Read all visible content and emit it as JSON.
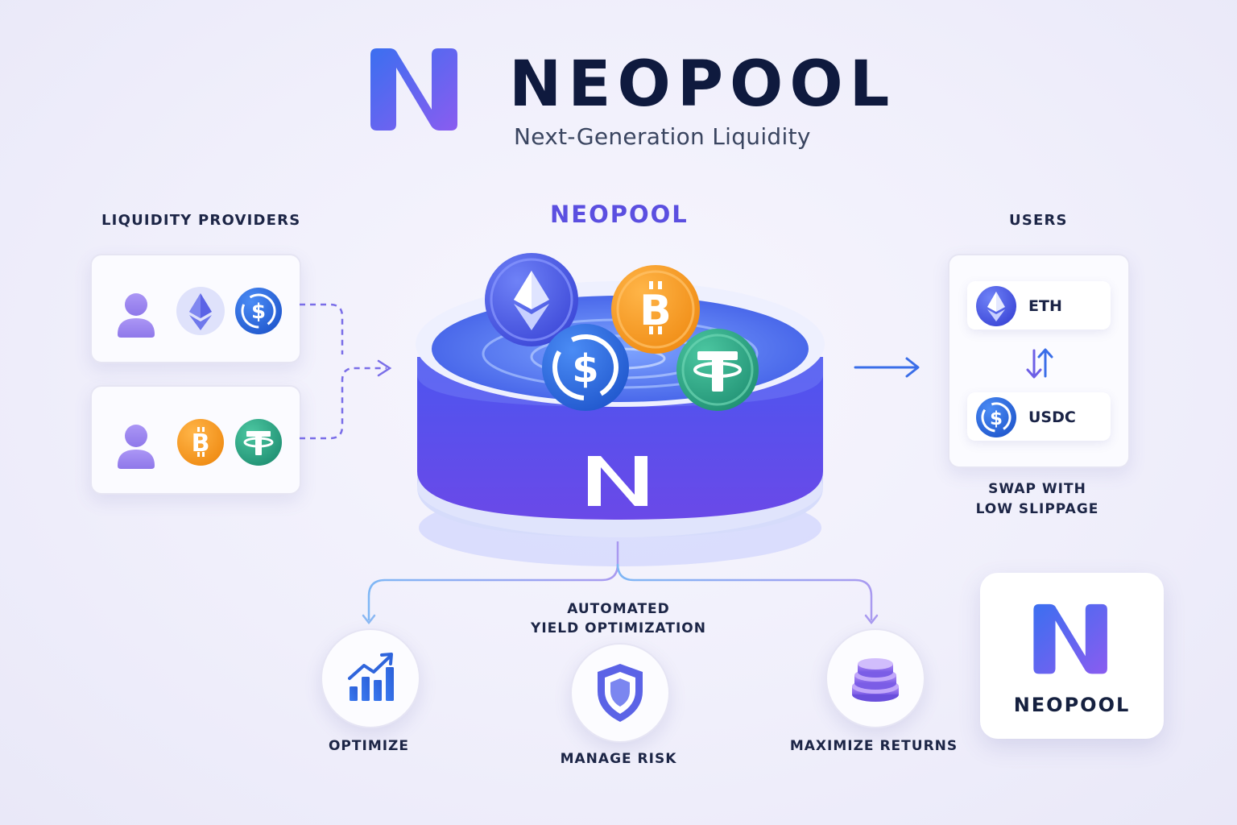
{
  "header": {
    "brand_name": "NEOPOOL",
    "tagline": "Next-Generation Liquidity",
    "logo_icon": "n-logo-icon"
  },
  "liquidity_providers": {
    "title": "LIQUIDITY PROVIDERS",
    "cards": [
      {
        "icons": [
          "user-icon",
          "eth-icon",
          "usdc-icon"
        ]
      },
      {
        "icons": [
          "user-icon",
          "btc-icon",
          "usdt-icon"
        ]
      }
    ]
  },
  "pool": {
    "title": "NEOPOOL",
    "coins": [
      "eth-coin-icon",
      "btc-coin-icon",
      "usdc-coin-icon",
      "usdt-coin-icon"
    ],
    "badge_icon": "n-badge-icon"
  },
  "users": {
    "title": "USERS",
    "tokens": [
      {
        "symbol": "ETH",
        "icon": "eth-icon"
      },
      {
        "symbol": "USDC",
        "icon": "usdc-icon"
      }
    ],
    "swap_caption_line1": "SWAP WITH",
    "swap_caption_line2": "LOW SLIPPAGE"
  },
  "yield": {
    "title_line1": "AUTOMATED",
    "title_line2": "YIELD OPTIMIZATION",
    "features": [
      {
        "label": "OPTIMIZE",
        "icon": "bar-chart-icon"
      },
      {
        "label": "MANAGE RISK",
        "icon": "shield-icon"
      },
      {
        "label": "MAXIMIZE RETURNS",
        "icon": "coin-stack-icon"
      }
    ]
  },
  "logo_card": {
    "label": "NEOPOOL"
  },
  "colors": {
    "accent": "#5b4fe0",
    "navy": "#0f1a3e",
    "eth": "#5b63e6",
    "btc": "#f5951e",
    "usdc": "#2f6fe0",
    "usdt": "#2ba383",
    "user": "#9a87ee"
  }
}
